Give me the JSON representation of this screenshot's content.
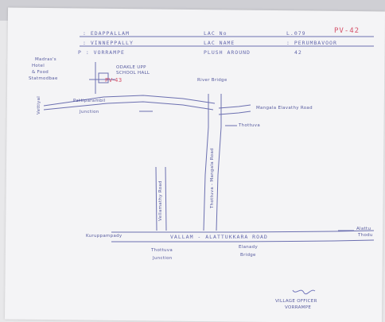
{
  "header": {
    "row1_left": ": EDAPPALLAM",
    "row1_mid": "LAC No",
    "row1_val": "L.079",
    "row1_code": "PV-42",
    "row2_left": ": VINNEPPALLY",
    "row2_mid": "LAC NAME",
    "row2_val": ": PERUMBAVOOR",
    "row3_left": "P : VORRAMPE",
    "row3_mid": "PLUSH AROUND",
    "row3_val": "42"
  },
  "map": {
    "top_left_note_1": "Madras's",
    "top_left_note_2": "Hotel",
    "top_left_note_3": "& Food",
    "top_left_note_4": "Statmodbae",
    "polling_label_1": "ODAKLE UPP",
    "polling_label_2": "SCHOOL HALL",
    "polling_code": "PV-43",
    "river_bridge": "River Bridge",
    "mangala_road": "Mangala Elavathy Road",
    "thottuva": "Thottuva",
    "west_junction_1": "Pattiparambil",
    "west_junction_2": "Junction",
    "west_edge": "Vettiyal",
    "thottuva_road": "Thottuva - Mangala Road",
    "vallamathy_road": "Vellamathy Road",
    "main_road": "VALLAM - ALATTUKKARA ROAD",
    "kuruppampady": "Kuruppampady",
    "thottuva_junction_1": "Thottuva",
    "thottuva_junction_2": "Junction",
    "elanady_bridge_1": "Elanady",
    "elanady_bridge_2": "Bridge",
    "east_edge_1": "Alattu",
    "east_edge_2": "Thodu",
    "signature_stamp_1": "VILLAGE OFFICER",
    "signature_stamp_2": "VORRAMPE"
  },
  "colors": {
    "ink": "#3a3f8f",
    "red_ink": "#d2405a",
    "paper": "#f4f4f6",
    "background": "#e8e8ea"
  }
}
